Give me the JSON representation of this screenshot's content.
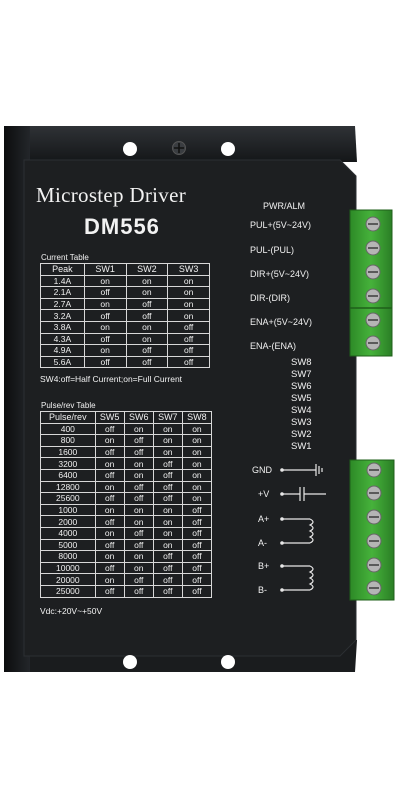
{
  "title": "Microstep Driver",
  "model": "DM556",
  "current_table": {
    "caption": "Current Table",
    "headers": [
      "Peak",
      "SW1",
      "SW2",
      "SW3"
    ],
    "rows": [
      [
        "1.4A",
        "on",
        "on",
        "on"
      ],
      [
        "2.1A",
        "off",
        "on",
        "on"
      ],
      [
        "2.7A",
        "on",
        "off",
        "on"
      ],
      [
        "3.2A",
        "off",
        "off",
        "on"
      ],
      [
        "3.8A",
        "on",
        "on",
        "off"
      ],
      [
        "4.3A",
        "off",
        "on",
        "off"
      ],
      [
        "4.9A",
        "on",
        "off",
        "off"
      ],
      [
        "5.6A",
        "off",
        "off",
        "off"
      ]
    ],
    "note": "SW4:off=Half Current;on=Full Current"
  },
  "pulse_table": {
    "caption": "Pulse/rev Table",
    "headers": [
      "Pulse/rev",
      "SW5",
      "SW6",
      "SW7",
      "SW8"
    ],
    "rows": [
      [
        "400",
        "off",
        "on",
        "on",
        "on"
      ],
      [
        "800",
        "on",
        "off",
        "on",
        "on"
      ],
      [
        "1600",
        "off",
        "off",
        "on",
        "on"
      ],
      [
        "3200",
        "on",
        "on",
        "off",
        "on"
      ],
      [
        "6400",
        "off",
        "on",
        "off",
        "on"
      ],
      [
        "12800",
        "on",
        "off",
        "off",
        "on"
      ],
      [
        "25600",
        "off",
        "off",
        "off",
        "on"
      ],
      [
        "1000",
        "on",
        "on",
        "on",
        "off"
      ],
      [
        "2000",
        "off",
        "on",
        "on",
        "off"
      ],
      [
        "4000",
        "on",
        "off",
        "on",
        "off"
      ],
      [
        "5000",
        "off",
        "off",
        "on",
        "off"
      ],
      [
        "8000",
        "on",
        "on",
        "off",
        "off"
      ],
      [
        "10000",
        "off",
        "on",
        "off",
        "off"
      ],
      [
        "20000",
        "on",
        "off",
        "off",
        "off"
      ],
      [
        "25000",
        "off",
        "off",
        "off",
        "off"
      ]
    ]
  },
  "vdc_note": "Vdc:+20V~+50V",
  "signal_labels": {
    "pwr_alm": "PWR/ALM",
    "pul_plus": "PUL+(5V~24V)",
    "pul_minus": "PUL-(PUL)",
    "dir_plus": "DIR+(5V~24V)",
    "dir_minus": "DIR-(DIR)",
    "ena_plus": "ENA+(5V~24V)",
    "ena_minus": "ENA-(ENA)"
  },
  "switch_labels": [
    "SW8",
    "SW7",
    "SW6",
    "SW5",
    "SW4",
    "SW3",
    "SW2",
    "SW1"
  ],
  "power_labels": {
    "gnd": "GND",
    "vplus": "+V",
    "a_plus": "A+",
    "a_minus": "A-",
    "b_plus": "B+",
    "b_minus": "B-"
  },
  "colors": {
    "housing": "#17191b",
    "panel": "#1d1f21",
    "text": "#f2f2f2",
    "terminal_green": "#3fa535",
    "screw_grey": "#9a9a9a"
  }
}
